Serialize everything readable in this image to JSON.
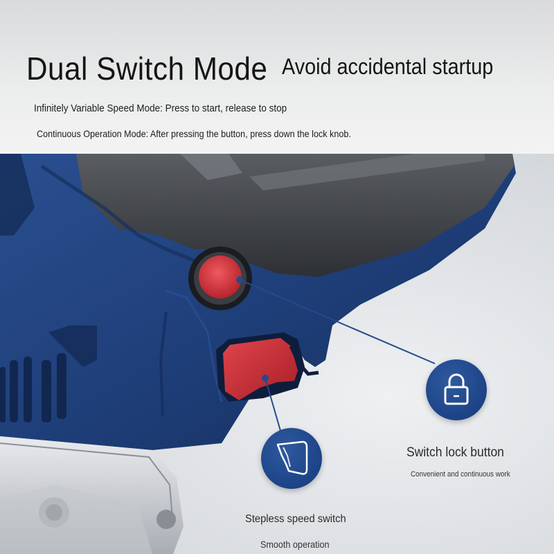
{
  "header": {
    "title": "Dual Switch Mode",
    "subtitle": "Avoid accidental startup"
  },
  "modes": {
    "variable": "Infinitely Variable Speed Mode: Press to start, release to stop",
    "continuous": "Continuous Operation Mode: After pressing the button, press down the lock knob."
  },
  "features": {
    "lock": {
      "title": "Switch lock button",
      "desc": "Convenient and continuous work",
      "icon": "lock-icon"
    },
    "switch": {
      "title": "Stepless speed switch",
      "desc": "Smooth operation",
      "icon": "trigger-icon"
    }
  },
  "colors": {
    "tool_blue": "#1f3f7a",
    "button_red": "#d8353f",
    "badge_blue": "#1d4387",
    "grip_gray": "#3a3d42"
  }
}
